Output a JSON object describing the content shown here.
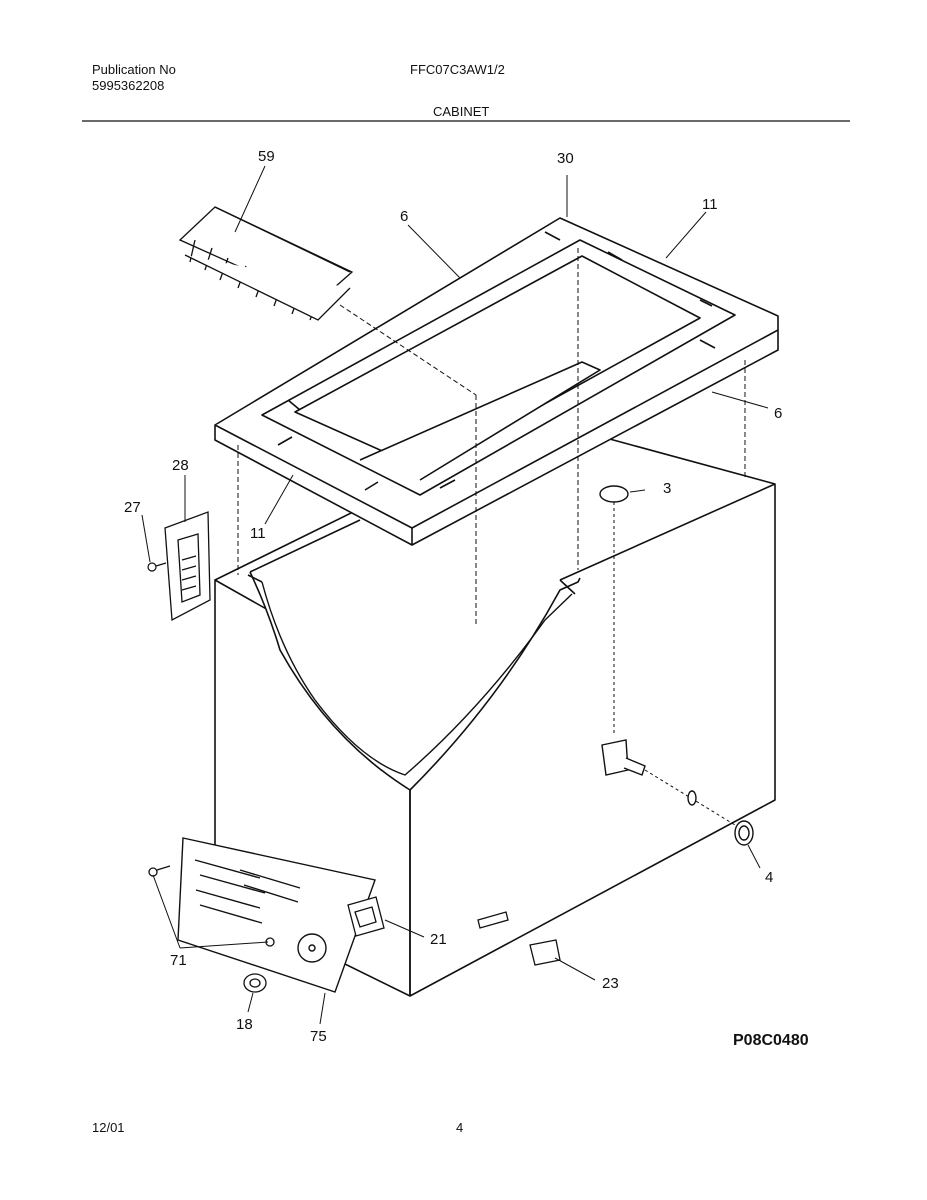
{
  "header": {
    "publication_label": "Publication No",
    "publication_number": "5995362208",
    "model": "FFC07C3AW1/2",
    "section": "CABINET"
  },
  "diagram": {
    "code": "P08C0480",
    "callouts": {
      "basket": "59",
      "breaker_corner_top": "30",
      "breaker_right_back": "11",
      "breaker_left_back": "6",
      "breaker_right_front": "6",
      "breaker_left_front": "11",
      "plug_drain_top": "3",
      "hinge": "28",
      "screw_hinge": "27",
      "drain_cap": "4",
      "relay": "21",
      "screws_grille": "71",
      "grommet": "18",
      "grille": "75",
      "switch": "23"
    }
  },
  "footer": {
    "date": "12/01",
    "page": "4"
  }
}
